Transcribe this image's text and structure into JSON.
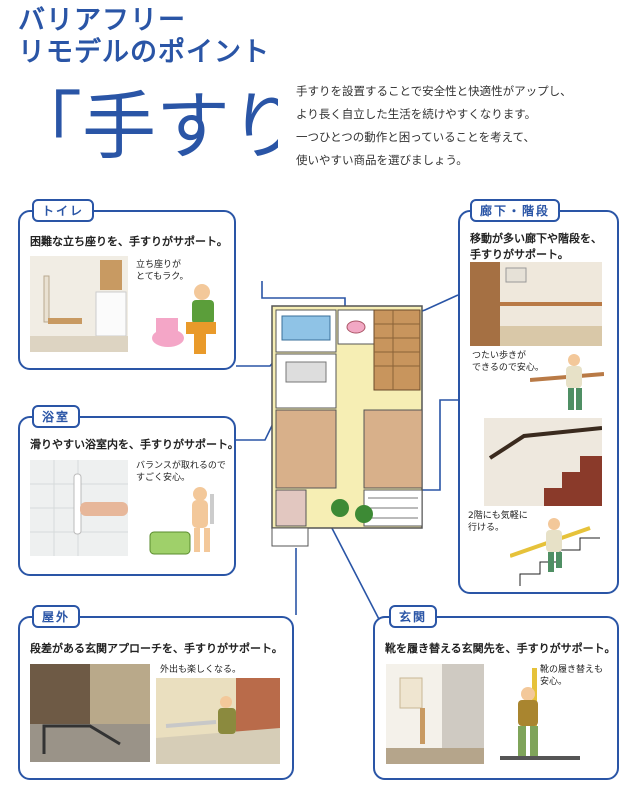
{
  "header": {
    "line1": "バリアフリー",
    "line2": "リモデルのポイント",
    "big_title": "「手すり」"
  },
  "intro": [
    "手すりを設置することで安全性と快適性がアップし、",
    "より長く自立した生活を続けやすくなります。",
    "一つひとつの動作と困っていることを考えて、",
    "使いやすい商品を選びましょう。"
  ],
  "sections": {
    "toilet": {
      "label": "トイレ",
      "headline": "困難な立ち座りを、手すりがサポート。",
      "caption": [
        "立ち座りが",
        "とてもラク。"
      ]
    },
    "bath": {
      "label": "浴室",
      "headline": "滑りやすい浴室内を、手すりがサポート。",
      "caption": [
        "バランスが取れるので",
        "すごく安心。"
      ]
    },
    "outdoor": {
      "label": "屋外",
      "headline": "段差がある玄関アプローチを、手すりがサポート。",
      "caption": [
        "外出も楽しくなる。"
      ]
    },
    "entrance": {
      "label": "玄関",
      "headline": "靴を履き替える玄関先を、手すりがサポート。",
      "caption": [
        "靴の履き替えも",
        "安心。"
      ]
    },
    "hall": {
      "label": "廊下・階段",
      "headline": [
        "移動が多い廊下や階段を、",
        "手すりがサポート。"
      ],
      "caption1": [
        "つたい歩きが",
        "できるので安心。"
      ],
      "caption2": [
        "2階にも気軽に",
        "行ける。"
      ]
    }
  },
  "colors": {
    "accent": "#2a55a6",
    "floor_yellow": "#f6eeb4",
    "wood": "#c8955d"
  }
}
